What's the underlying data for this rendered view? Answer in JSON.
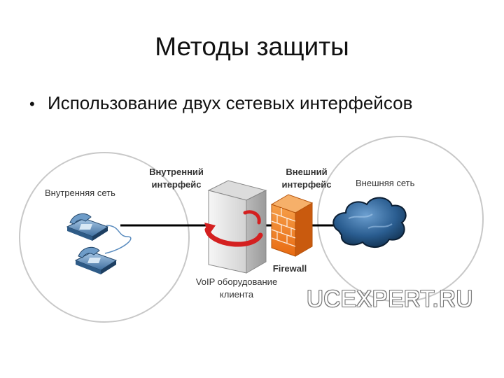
{
  "slide": {
    "title": "Методы защиты",
    "bullet": "Использование двух сетевых интерфейсов"
  },
  "diagram": {
    "internal_network_label": "Внутренняя сеть",
    "external_network_label": "Внешняя сеть",
    "internal_interface_label": [
      "Внутренний",
      "интерфейс"
    ],
    "external_interface_label": [
      "Внешний",
      "интерфейс"
    ],
    "firewall_label": "Firewall",
    "equipment_label": [
      "VoIP оборудование",
      "клиента"
    ]
  },
  "watermark": "UCEXPERT.RU",
  "colors": {
    "circle_stroke": "#c8c8c8",
    "link_line": "#000000",
    "server_body": "#e4e4e4",
    "arrow_red": "#d42020",
    "firewall_orange": "#f07a1e",
    "cloud_blue": "#1f4f7f",
    "phone_blue": "#4a7fb5"
  },
  "icons": [
    "ip-phone-icon",
    "server-icon",
    "firewall-icon",
    "cloud-icon"
  ]
}
